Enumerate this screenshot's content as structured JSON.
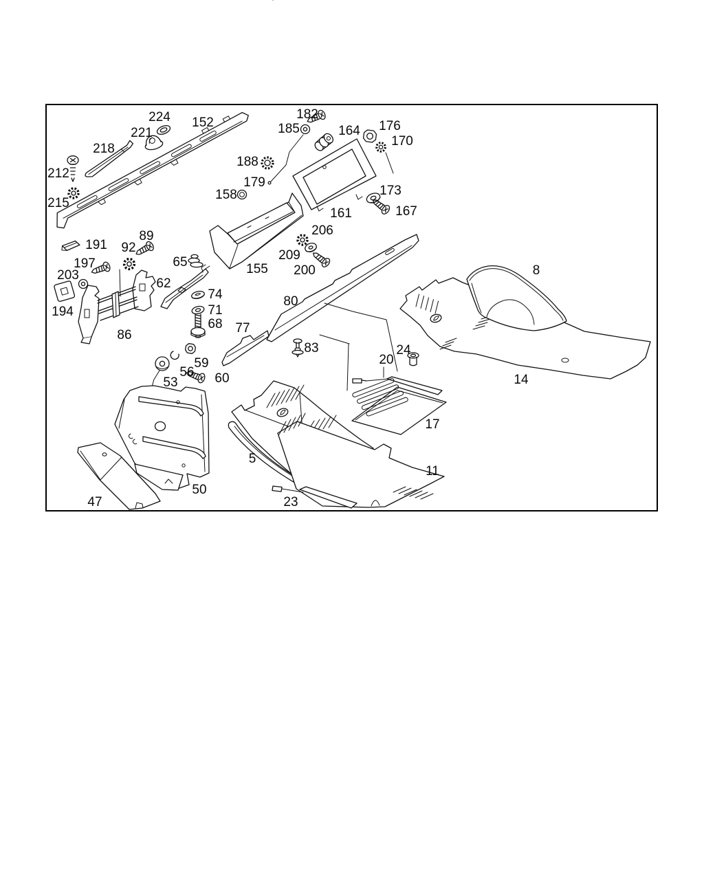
{
  "diagram": {
    "kind": "exploded-parts-diagram",
    "background_color": "#ffffff",
    "line_color": "#111111",
    "callouts": [
      {
        "number": "224"
      },
      {
        "number": "221"
      },
      {
        "number": "152"
      },
      {
        "number": "218"
      },
      {
        "number": "212"
      },
      {
        "number": "215"
      },
      {
        "number": "182"
      },
      {
        "number": "185"
      },
      {
        "number": "164"
      },
      {
        "number": "176"
      },
      {
        "number": "170"
      },
      {
        "number": "188"
      },
      {
        "number": "179"
      },
      {
        "number": "158"
      },
      {
        "number": "161"
      },
      {
        "number": "173"
      },
      {
        "number": "167"
      },
      {
        "number": "206"
      },
      {
        "number": "209"
      },
      {
        "number": "200"
      },
      {
        "number": "155"
      },
      {
        "number": "89"
      },
      {
        "number": "191"
      },
      {
        "number": "92"
      },
      {
        "number": "197"
      },
      {
        "number": "203"
      },
      {
        "number": "65"
      },
      {
        "number": "62"
      },
      {
        "number": "194"
      },
      {
        "number": "86"
      },
      {
        "number": "74"
      },
      {
        "number": "71"
      },
      {
        "number": "68"
      },
      {
        "number": "77"
      },
      {
        "number": "80"
      },
      {
        "number": "83"
      },
      {
        "number": "59"
      },
      {
        "number": "56"
      },
      {
        "number": "60"
      },
      {
        "number": "53"
      },
      {
        "number": "8"
      },
      {
        "number": "14"
      },
      {
        "number": "24"
      },
      {
        "number": "20"
      },
      {
        "number": "17"
      },
      {
        "number": "5"
      },
      {
        "number": "47"
      },
      {
        "number": "50"
      },
      {
        "number": "23"
      },
      {
        "number": "11"
      }
    ]
  }
}
